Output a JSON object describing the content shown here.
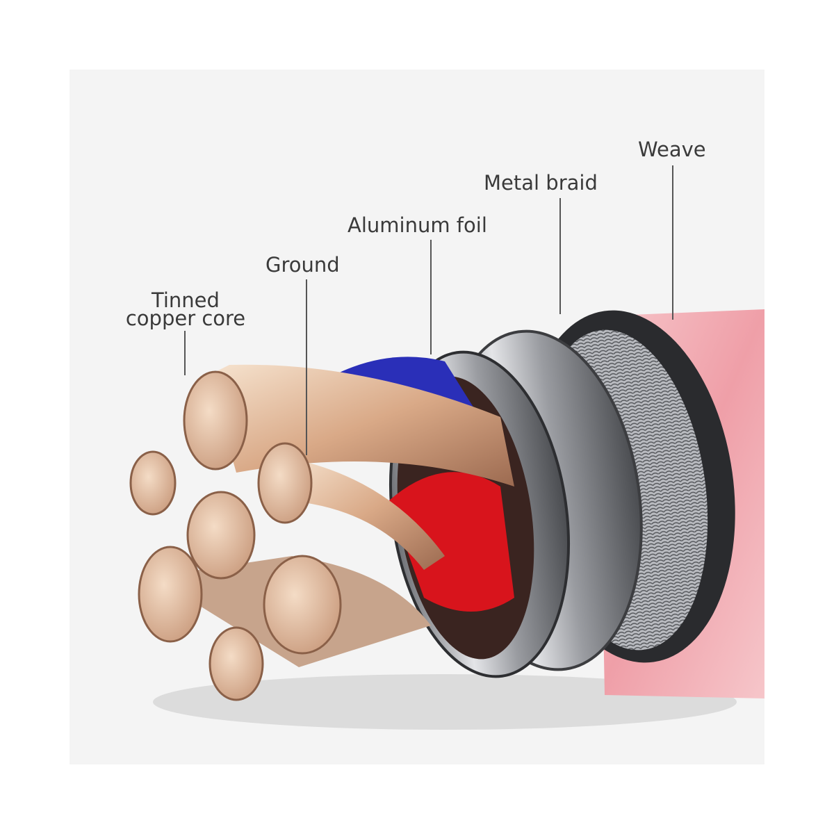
{
  "labels": {
    "weave": "Weave",
    "metal_braid": "Metal braid",
    "aluminum_foil": "Aluminum foil",
    "ground": "Ground",
    "tinned_copper_core_line1": "Tinned",
    "tinned_copper_core_line2": "copper core"
  },
  "colors": {
    "panel": "#f4f4f4",
    "weave": "#f3b6bc",
    "copper": "#e8c6a8",
    "red_insulation": "#d8141c",
    "blue_insulation": "#2a2fb8",
    "metal": "#a9abb0",
    "label_text": "#3a3a3a"
  }
}
